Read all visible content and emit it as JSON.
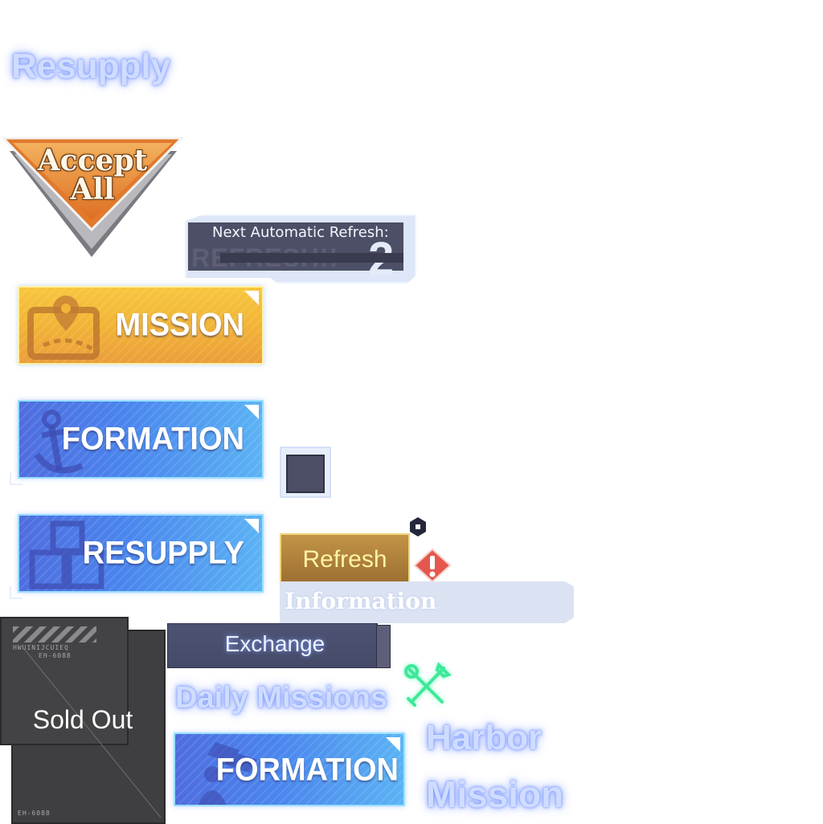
{
  "resupply_title": "Resupply",
  "accept_all": {
    "line1": "Accept",
    "line2": "All"
  },
  "refresh_panel": {
    "title": "Next Automatic Refresh:",
    "ghost_text": "REFRESH!!",
    "ghost_number": "2"
  },
  "menu_buttons": {
    "mission": "MISSION",
    "formation": "FORMATION",
    "resupply": "RESUPPLY",
    "formation_2": "FORMATION"
  },
  "refresh_button": "Refresh",
  "information": "Information",
  "sold_out_card": {
    "label": "Sold Out",
    "code_top": "HWUINIJCUIEQ",
    "code_mid": "EH-6088",
    "code_bottom": "EH-6088"
  },
  "exchange_button": "Exchange",
  "daily_missions": "Daily Missions",
  "harbor": "Harbor",
  "mission_text": "Mission",
  "colors": {
    "mission_orange": "#f2b436",
    "formation_blue": "#4a86ee",
    "glow_blue": "#93aaff",
    "refresh_gold": "#c29447",
    "alert_red": "#e4574f",
    "tools_green": "#3ee89a"
  },
  "icons": [
    "map-pin-icon",
    "anchor-icon",
    "cubes-icon",
    "alert-icon",
    "tools-icon",
    "square-icon"
  ]
}
